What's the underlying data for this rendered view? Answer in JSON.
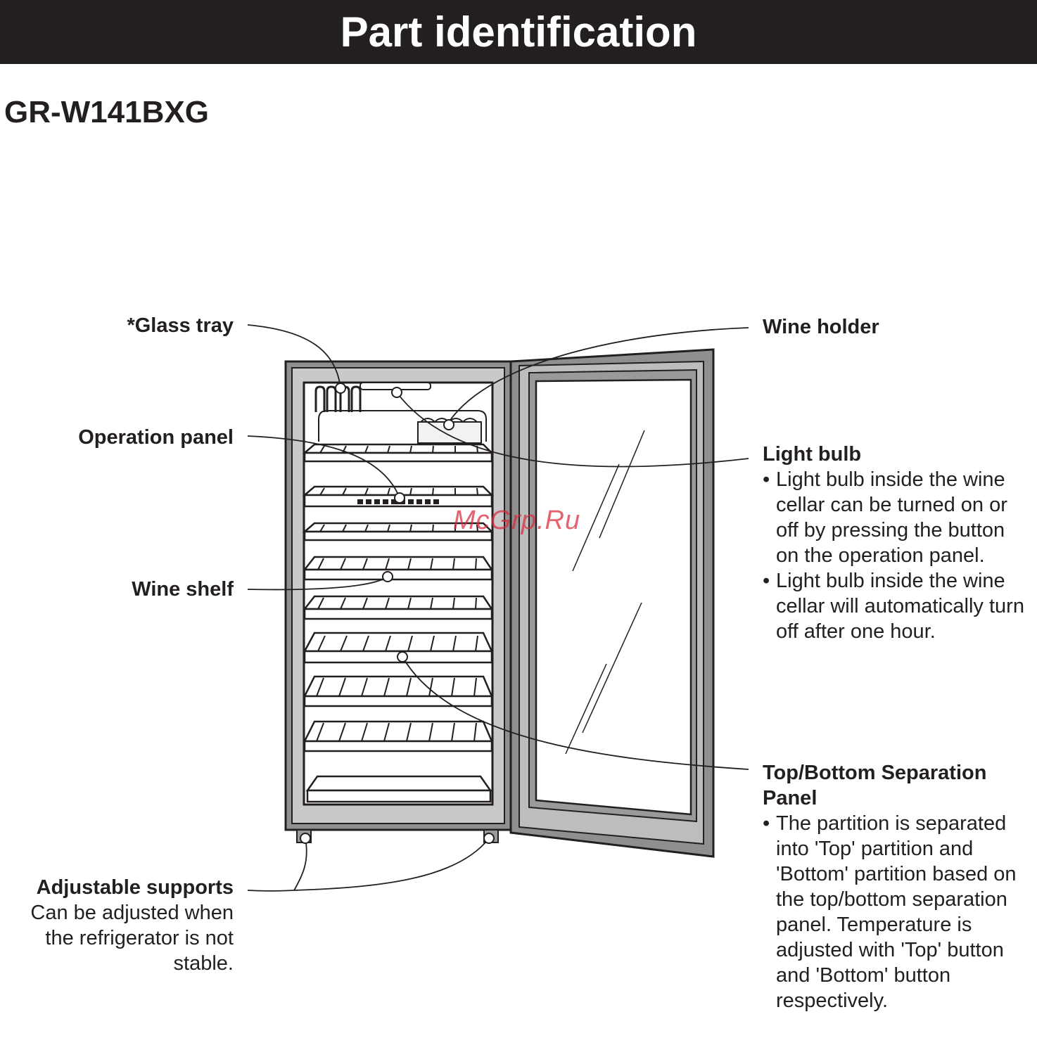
{
  "header": {
    "title": "Part identification"
  },
  "model": "GR-W141BXG",
  "labels": {
    "glass_tray": "*Glass tray",
    "operation_panel": "Operation panel",
    "wine_shelf": "Wine shelf",
    "adjustable_supports": {
      "title": "Adjustable supports",
      "desc": [
        "Can be adjusted when",
        "the refrigerator is not",
        "stable."
      ]
    },
    "wine_holder": "Wine holder",
    "light_bulb": {
      "title": "Light bulb",
      "bullets": [
        "Light bulb inside the wine cellar can be turned on or off by pressing the button on the operation panel.",
        "Light bulb inside the wine cellar will automatically turn off after one hour."
      ]
    },
    "separation_panel": {
      "title": [
        "Top/Bottom Separation",
        "Panel"
      ],
      "bullets": [
        "The partition is separated into 'Top' partition and 'Bottom' partition based on the top/bottom separation panel. Temperature is adjusted with 'Top' button and 'Bottom' button respectively."
      ]
    }
  },
  "watermark": "McGrp.Ru",
  "colors": {
    "header_bg": "#231f20",
    "watermark": "#d9283a",
    "line": "#231f20"
  }
}
